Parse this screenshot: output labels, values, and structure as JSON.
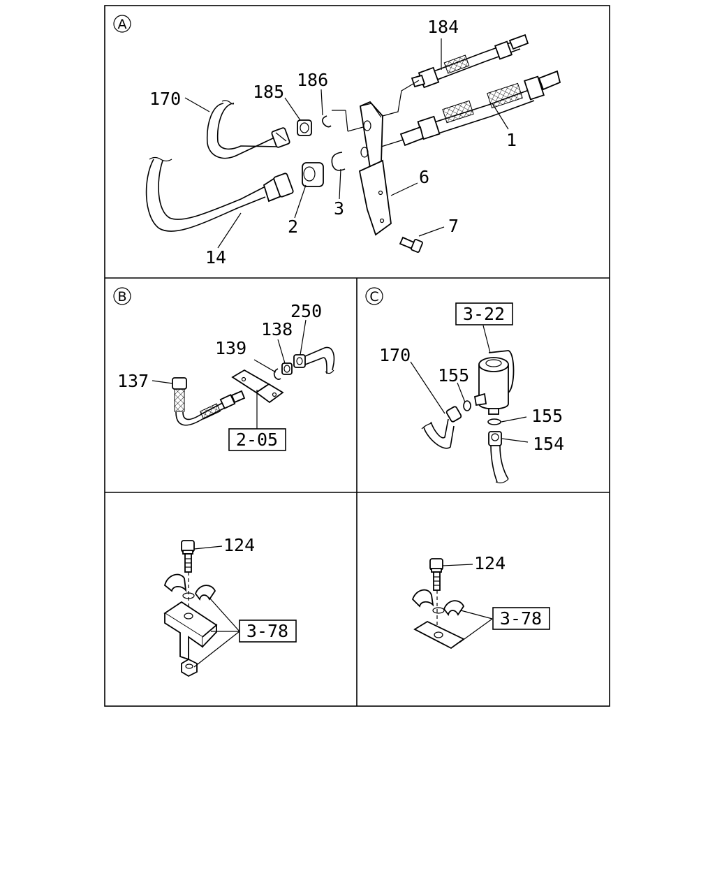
{
  "panels": {
    "a": {
      "letter": "A",
      "labels": {
        "p184": "184",
        "p186": "186",
        "p185": "185",
        "p170": "170",
        "p1": "1",
        "p6": "6",
        "p2": "2",
        "p3": "3",
        "p7": "7",
        "p14": "14"
      }
    },
    "b": {
      "letter": "B",
      "labels": {
        "p250": "250",
        "p138": "138",
        "p139": "139",
        "p137": "137",
        "ref": "2-05"
      }
    },
    "c": {
      "letter": "C",
      "labels": {
        "ref": "3-22",
        "p170": "170",
        "p155a": "155",
        "p155b": "155",
        "p154": "154"
      }
    },
    "d": {
      "labels": {
        "p124": "124",
        "ref": "3-78"
      }
    },
    "e": {
      "labels": {
        "p124": "124",
        "ref": "3-78"
      }
    }
  }
}
